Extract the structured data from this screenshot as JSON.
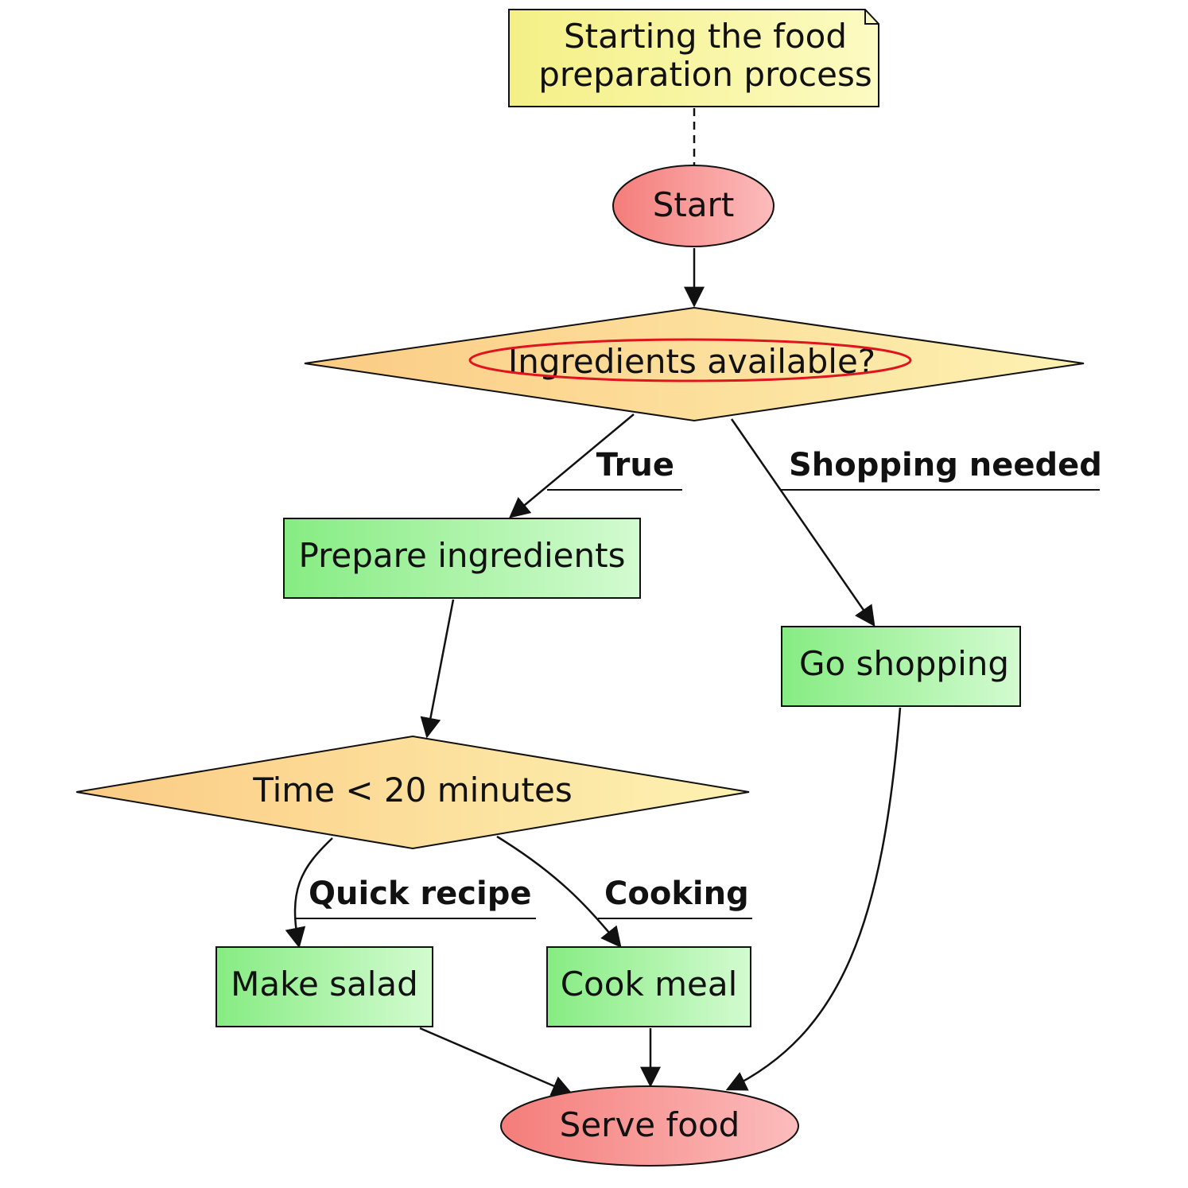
{
  "diagram": {
    "type": "flowchart",
    "note": {
      "line1": "Starting the food",
      "line2": "preparation process"
    },
    "nodes": {
      "start": "Start",
      "ingredients_decision": "Ingredients available?",
      "prepare": "Prepare ingredients",
      "shopping": "Go shopping",
      "time_decision": "Time < 20 minutes",
      "salad": "Make salad",
      "cook": "Cook meal",
      "serve": "Serve food"
    },
    "edge_labels": {
      "true": "True",
      "shopping_needed": "Shopping needed",
      "quick_recipe": "Quick recipe",
      "cooking": "Cooking"
    },
    "colors": {
      "note_fill": "#f8f59a",
      "terminal_fill": "#f58e8a",
      "decision_fill": "#fcd593",
      "process_fill": "#9ef29a",
      "highlight_ellipse": "#e0141e"
    }
  }
}
